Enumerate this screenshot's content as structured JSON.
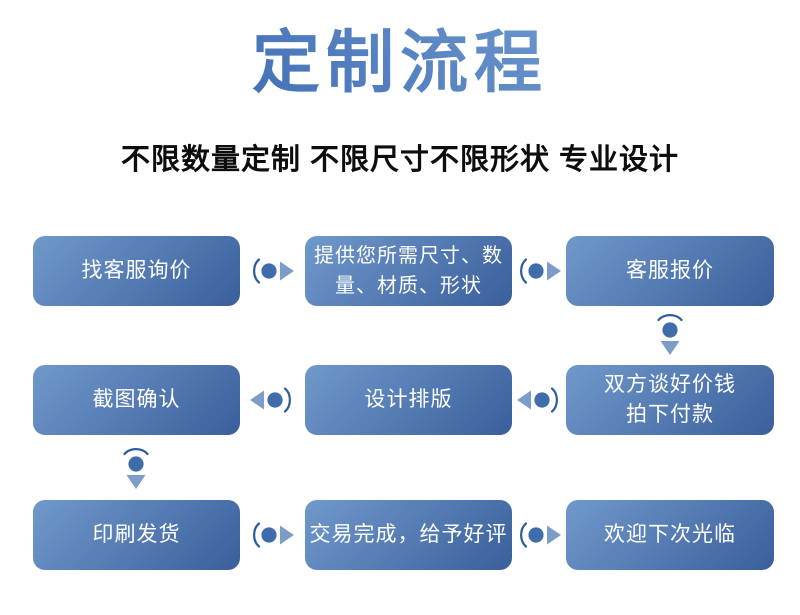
{
  "header": {
    "title": "定制流程",
    "subtitle": "不限数量定制 不限尺寸不限形状 专业设计"
  },
  "flow": {
    "steps": [
      {
        "order": 1,
        "label": "找客服询价"
      },
      {
        "order": 2,
        "label": "提供您所需尺寸、数量、材质、形状"
      },
      {
        "order": 3,
        "label": "客服报价"
      },
      {
        "order": 6,
        "label": "截图确认"
      },
      {
        "order": 5,
        "label": "设计排版"
      },
      {
        "order": 4,
        "label": "双方谈好价钱\n拍下付款"
      },
      {
        "order": 7,
        "label": "印刷发货"
      },
      {
        "order": 8,
        "label": "交易完成，给予好评"
      },
      {
        "order": 9,
        "label": "欢迎下次光临"
      }
    ],
    "connectors": [
      {
        "from": "找客服询价",
        "to": "提供您所需尺寸、数量、材质、形状",
        "direction": "right"
      },
      {
        "from": "提供您所需尺寸、数量、材质、形状",
        "to": "客服报价",
        "direction": "right"
      },
      {
        "from": "客服报价",
        "to": "双方谈好价钱拍下付款",
        "direction": "down"
      },
      {
        "from": "双方谈好价钱拍下付款",
        "to": "设计排版",
        "direction": "left"
      },
      {
        "from": "设计排版",
        "to": "截图确认",
        "direction": "left"
      },
      {
        "from": "截图确认",
        "to": "印刷发货",
        "direction": "down"
      },
      {
        "from": "印刷发货",
        "to": "交易完成，给予好评",
        "direction": "right"
      },
      {
        "from": "交易完成，给予好评",
        "to": "欢迎下次光临",
        "direction": "right"
      }
    ],
    "arrow_icon": "paren-dot-triangle"
  },
  "colors": {
    "background": "#ffffff",
    "title-grad-start": "#2b5aa7",
    "title-grad-end": "#82abdb",
    "subtitle-color": "#0d0d0d",
    "box-grad-start": "#7099cb",
    "box-grad-end": "#3a5f9c",
    "box-text": "#ffffff",
    "arrow-arc": "#2a5c9e",
    "arrow-dot": "#3f6cab",
    "arrow-tri": "#7e9cc8"
  }
}
